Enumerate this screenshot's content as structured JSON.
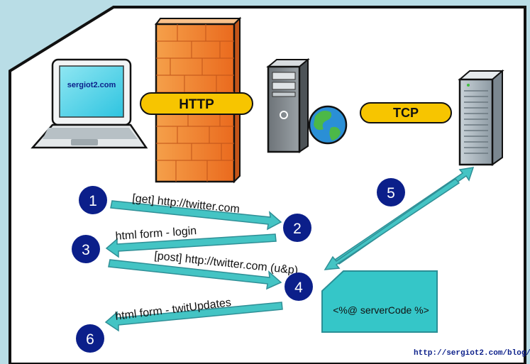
{
  "laptop_screen_text": "sergiot2.com",
  "protocols": {
    "http": "HTTP",
    "tcp": "TCP"
  },
  "steps": [
    {
      "number": "1",
      "label": "[get] http://twitter.com"
    },
    {
      "number": "2",
      "label": ""
    },
    {
      "number": "3",
      "label": "html form - login"
    },
    {
      "number": "4",
      "label": "[post] http://twitter.com (u&p)"
    },
    {
      "number": "5",
      "label": ""
    },
    {
      "number": "6",
      "label": "html form - twitUpdates"
    }
  ],
  "code_note": "<%@ serverCode %>",
  "footer_url": "http://sergiot2.com/blog/",
  "colors": {
    "background": "#b9dde6",
    "panel": "#ffffff",
    "arrow": "#44c4c4",
    "step_circle": "#0b1f8a",
    "pill": "#f7c500",
    "note": "#35c6c8"
  }
}
